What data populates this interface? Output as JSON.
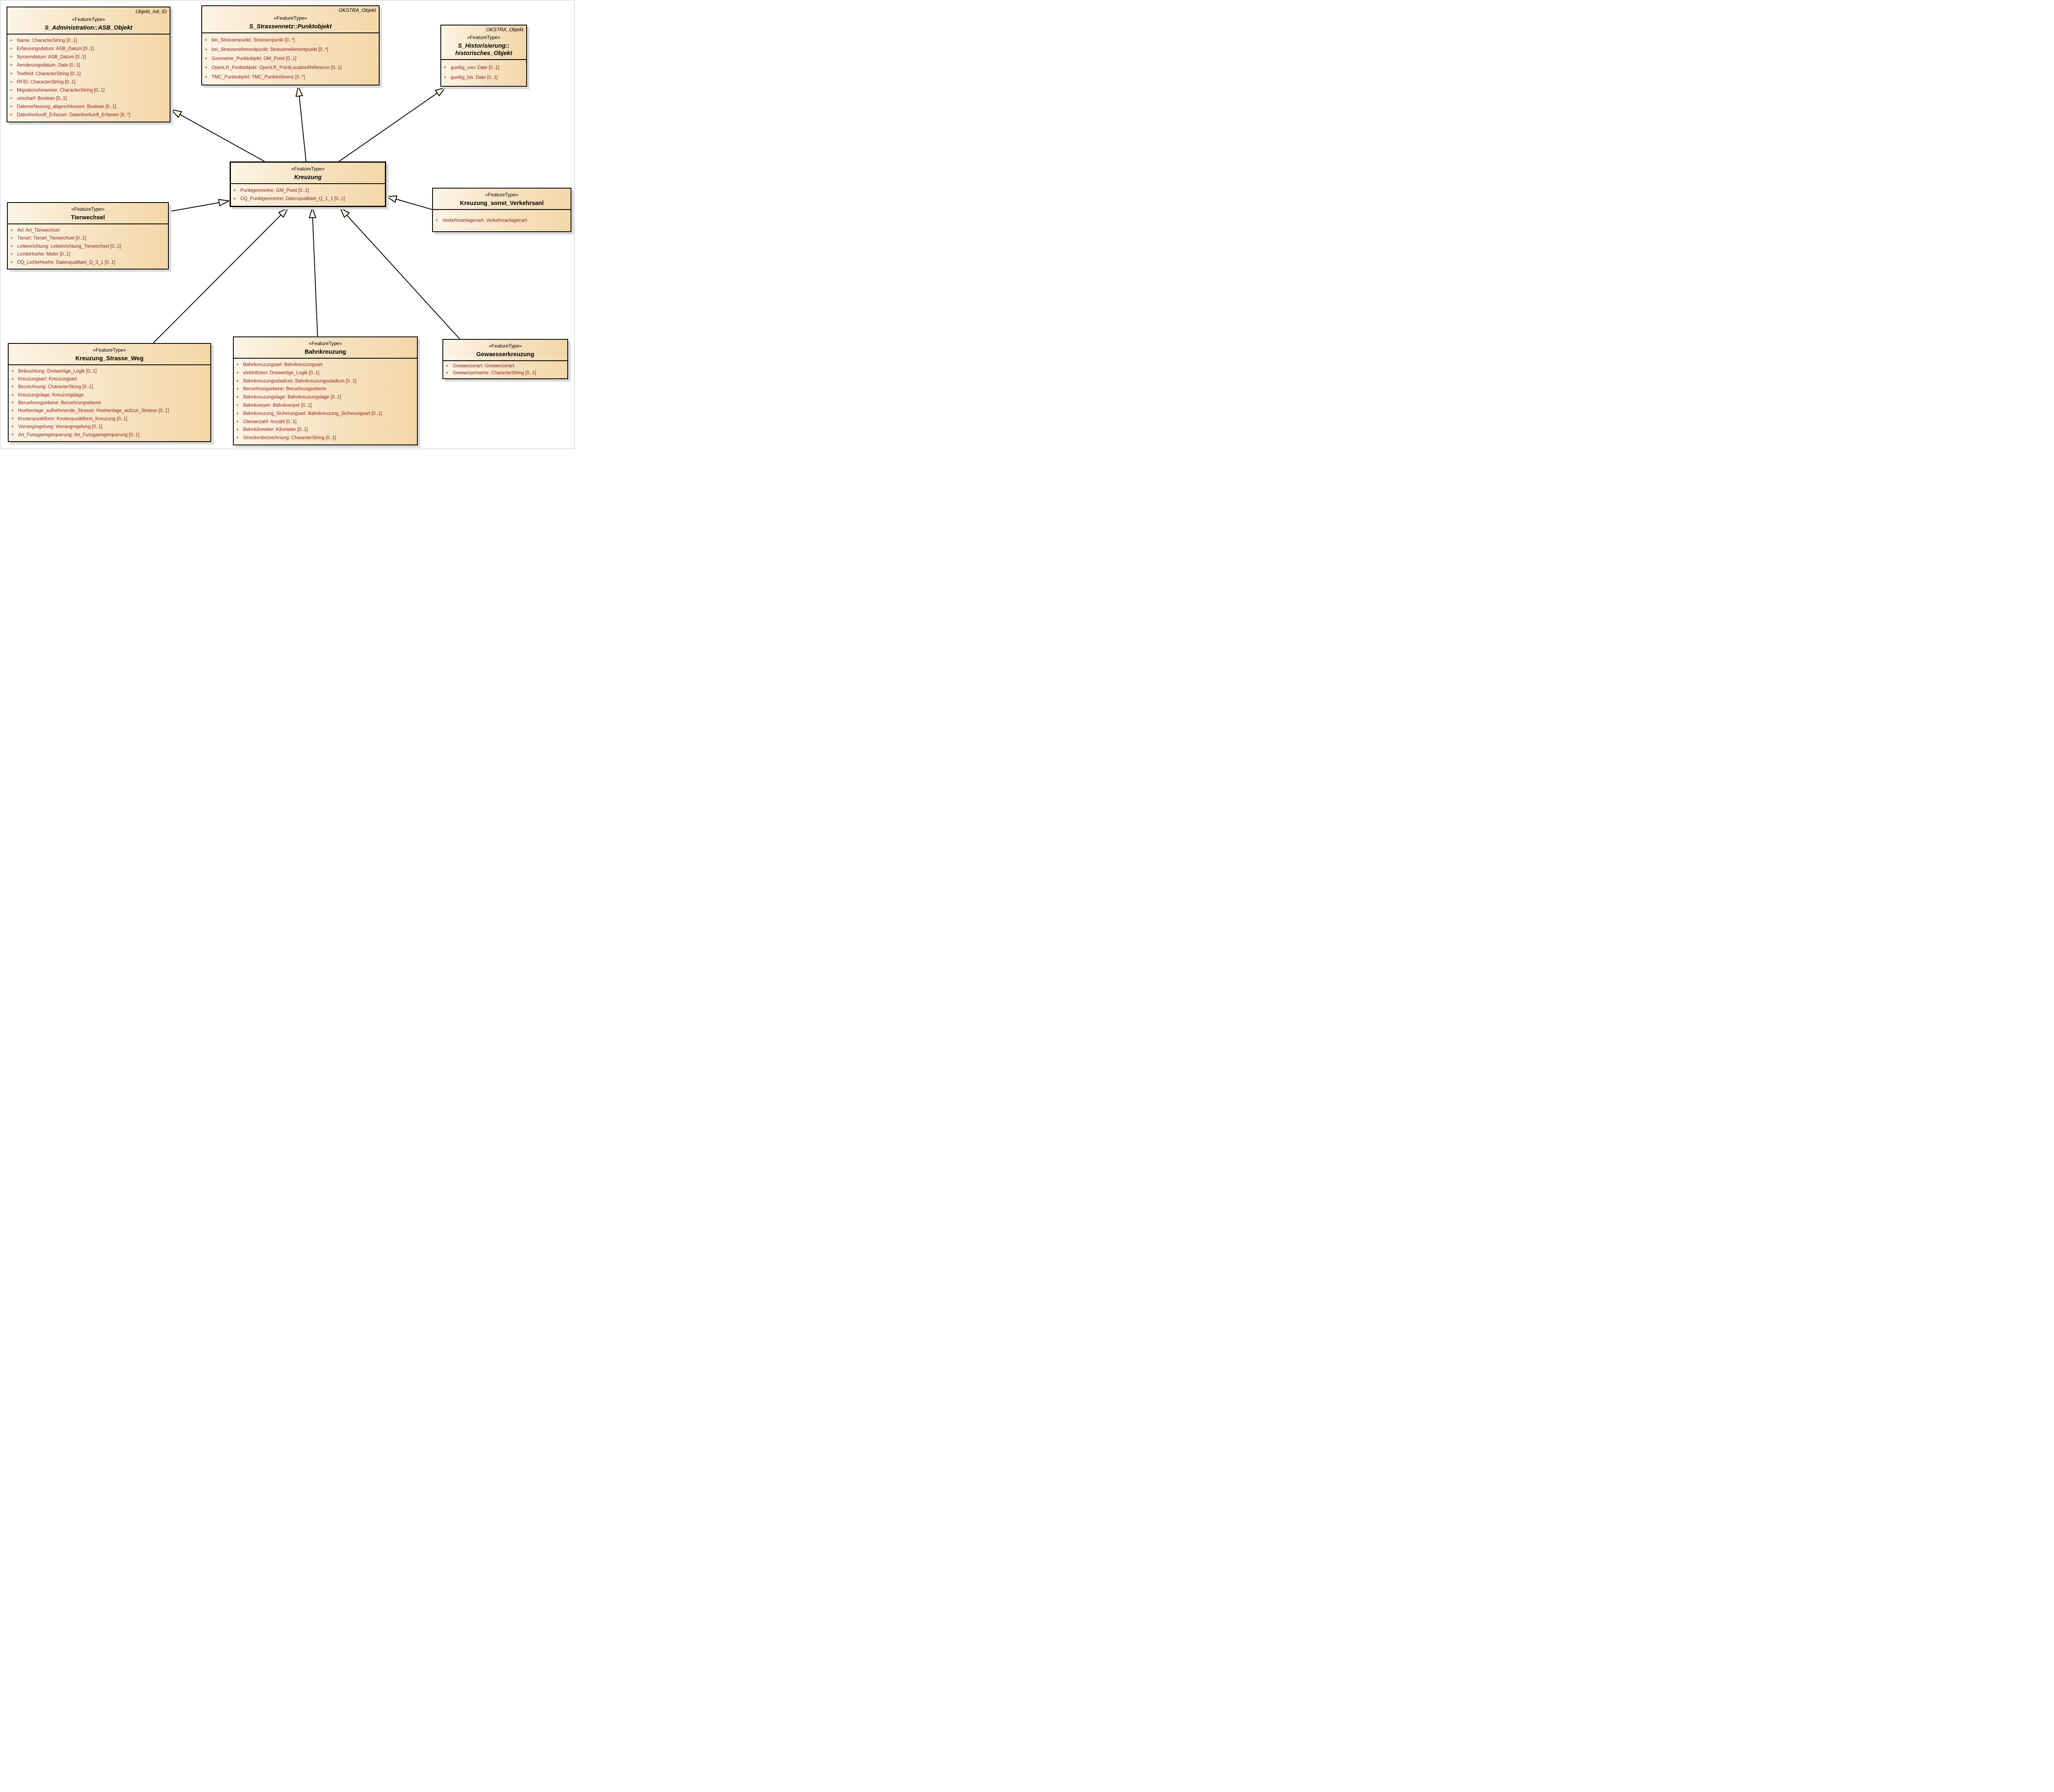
{
  "diagram": {
    "colors": {
      "box_fill_left": "#fdf4e5",
      "box_fill_right": "#f3d7a8",
      "border": "#000000",
      "attribute_text": "#8b1f1f",
      "shadow": "#dcdcdc"
    },
    "classes": [
      {
        "id": "asb",
        "corner_label": "Objekt_mit_ID",
        "stereotype": "«FeatureType»",
        "name": "S_Administration::ASB_Objekt",
        "abstract": true,
        "attributes": [
          "Name: CharacterString [0..1]",
          "Erfassungsdatum: ASB_Datum [0..1]",
          "Systemdatum: ASB_Datum [0..1]",
          "Aenderungsdatum: Date [0..1]",
          "Textfeld: CharacterString [0..1]",
          "RFID: CharacterString [0..1]",
          "Migrationshinweise: CharacterString [0..1]",
          "unscharf: Boolean [0..1]",
          "Datenerfassung_abgeschlossen: Boolean [0..1]",
          "Datenherkunft_Erfasser: Datenherkunft_Erfasser [0..*]"
        ]
      },
      {
        "id": "punktobjekt",
        "corner_label": "OKSTRA_Objekt",
        "stereotype": "«FeatureType»",
        "name": "S_Strassennetz::Punktobjekt",
        "abstract": true,
        "attributes": [
          "bei_Strassenpunkt: Strassenpunkt [0..*]",
          "bei_Strassenelementpunkt: Strassenelementpunkt [0..*]",
          "Geometrie_Punktobjekt: GM_Point [0..1]",
          "OpenLR_Punktobjekt: OpenLR_PointLocationReference [0..1]",
          "TMC_Punktobjekt: TMC_Punktreferenz [0..*]"
        ]
      },
      {
        "id": "historisches_objekt",
        "corner_label": "OKSTRA_Objekt",
        "stereotype": "«FeatureType»",
        "name": "S_Historisierung::\nhistorisches_Objekt",
        "abstract": true,
        "attributes": [
          "gueltig_von: Date [0..1]",
          "gueltig_bis: Date [0..1]"
        ]
      },
      {
        "id": "kreuzung",
        "corner_label": "",
        "stereotype": "«FeatureType»",
        "name": "Kreuzung",
        "abstract": true,
        "attributes": [
          "Punktgeometrie: GM_Point [0..1]",
          "DQ_Punktgeometrie: Datenqualitaet_Q_1_1 [0..1]"
        ]
      },
      {
        "id": "kreuzung_sonst_verkehrsanl",
        "corner_label": "",
        "stereotype": "«FeatureType»",
        "name": "Kreuzung_sonst_Verkehrsanl",
        "abstract": false,
        "attributes": [
          "Verkehrsanlagenart: Verkehrsanlagenart"
        ]
      },
      {
        "id": "tierwechsel",
        "corner_label": "",
        "stereotype": "«FeatureType»",
        "name": "Tierwechsel",
        "abstract": false,
        "attributes": [
          "Art: Art_Tierwechsel",
          "Tierart: Tierart_Tierwechsel [0..1]",
          "Leiteinrichtung: Leiteinrichtung_Tierwechsel [0..1]",
          "LichteHoehe: Meter [0..1]",
          "DQ_LichteHoehe: Datenqualitaet_Q_3_1 [0..1]"
        ]
      },
      {
        "id": "kreuzung_strasse_weg",
        "corner_label": "",
        "stereotype": "«FeatureType»",
        "name": "Kreuzung_Strasse_Weg",
        "abstract": false,
        "attributes": [
          "Beleuchtung: Dreiwertige_Logik [0..1]",
          "Kreuzungsart: Kreuzungsart",
          "Bezeichnung: CharacterString [0..1]",
          "Kreuzungslage: Kreuzungslage",
          "Beruehrungsebene: Beruehrungsebene",
          "Hoehenlage_aufnehmende_Strasse: Hoehenlage_aufzun_Strasse [0..1]",
          "Knotenpunktform: Knotenpunktform_Kreuzung [0..1]",
          "Vorrangregelung: Vorrangregelung [0..1]",
          "Art_Fussgaengerquerung: Art_Fussgaengerquerung [0..1]"
        ]
      },
      {
        "id": "bahnkreuzung",
        "corner_label": "",
        "stereotype": "«FeatureType»",
        "name": "Bahnkreuzung",
        "abstract": false,
        "attributes": [
          "Bahnkreuzungsart: Bahnkreuzungsart",
          "elektrifiziert: Dreiwertige_Logik [0..1]",
          "Bahnkreuzungsstadium: Bahnkreuzungsstadium [0..1]",
          "Beruehrungsebene: Beruehrungsebene",
          "Bahnkreuzungslage: Bahnkreuzungslage [0..1]",
          "Bahnkoerper: Bahnkoerper [0..1]",
          "Bahnkreuzung_Sicherungsart: Bahnkreuzung_Sicherungsart [0..1]",
          "Gleisanzahl: Anzahl [0..1]",
          "Bahnkilometer: Kilometer [0..1]",
          "Streckenbezeichnung: CharacterString [0..1]"
        ]
      },
      {
        "id": "gewaesserkreuzung",
        "corner_label": "",
        "stereotype": "«FeatureType»",
        "name": "Gewaesserkreuzung",
        "abstract": false,
        "attributes": [
          "Gewaesserart: Gewaesserart",
          "Gewaessername: CharacterString [0..1]"
        ]
      }
    ],
    "relations": [
      {
        "type": "generalization",
        "from": "Kreuzung",
        "to": "S_Administration::ASB_Objekt"
      },
      {
        "type": "generalization",
        "from": "Kreuzung",
        "to": "S_Strassennetz::Punktobjekt"
      },
      {
        "type": "generalization",
        "from": "Kreuzung",
        "to": "S_Historisierung::historisches_Objekt"
      },
      {
        "type": "generalization",
        "from": "Tierwechsel",
        "to": "Kreuzung"
      },
      {
        "type": "generalization",
        "from": "Kreuzung_sonst_Verkehrsanl",
        "to": "Kreuzung"
      },
      {
        "type": "generalization",
        "from": "Kreuzung_Strasse_Weg",
        "to": "Kreuzung"
      },
      {
        "type": "generalization",
        "from": "Bahnkreuzung",
        "to": "Kreuzung"
      },
      {
        "type": "generalization",
        "from": "Gewaesserkreuzung",
        "to": "Kreuzung"
      }
    ]
  }
}
